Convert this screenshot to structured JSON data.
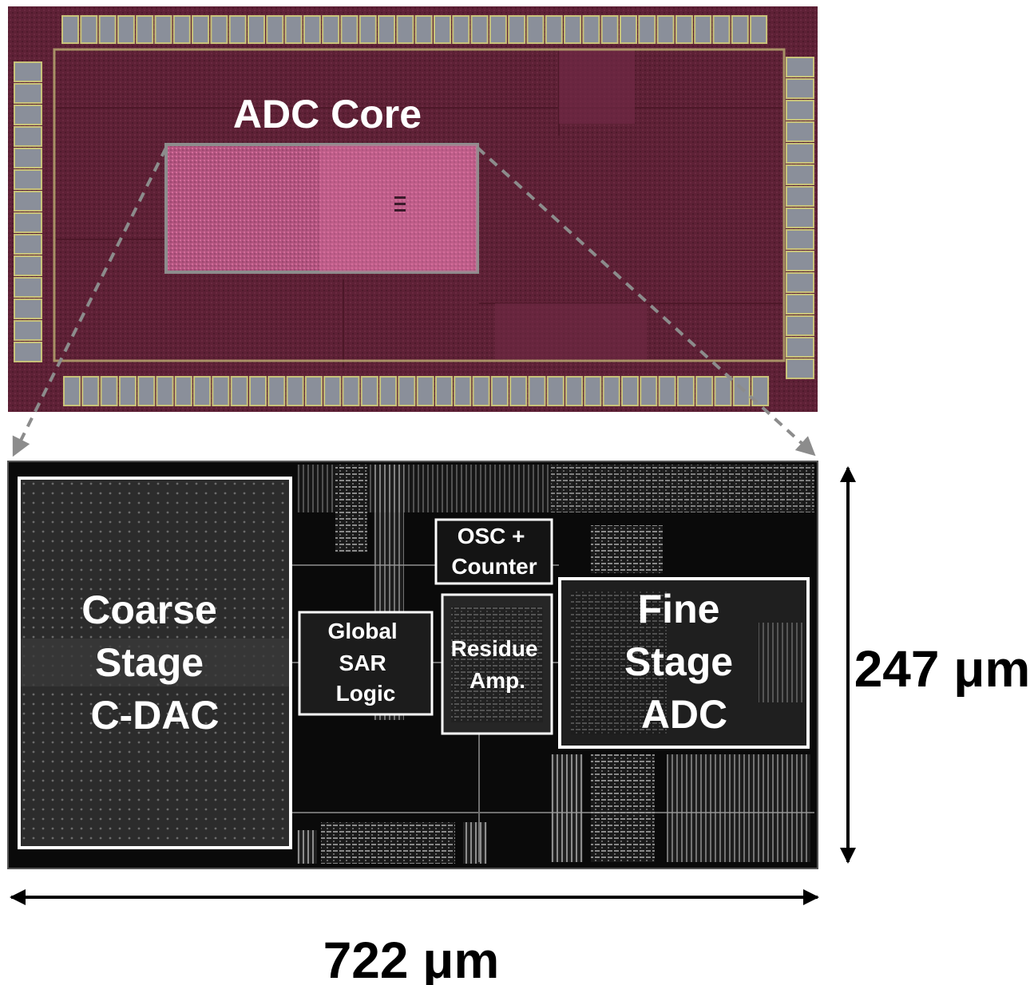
{
  "die_photo": {
    "core_label": "ADC Core"
  },
  "layout": {
    "blocks": {
      "coarse_dac": [
        "Coarse",
        "Stage",
        "C-DAC"
      ],
      "sar_logic": [
        "Global",
        "SAR",
        "Logic"
      ],
      "osc_counter": [
        "OSC +",
        "Counter"
      ],
      "residue_amp": [
        "Residue",
        "Amp."
      ],
      "fine_adc": [
        "Fine",
        "Stage",
        "ADC"
      ]
    }
  },
  "dimensions": {
    "height": "247 μm",
    "width": "722 μm"
  },
  "colors": {
    "die_base": "#5a1f33",
    "core_region": "#c05a8c",
    "pad": "#8a8f9a",
    "pad_frame": "#c8c27a",
    "layout_bg": "#0a0a0a",
    "highlight_frame": "#ffffff",
    "zoom_lines": "#8c8c8c"
  }
}
